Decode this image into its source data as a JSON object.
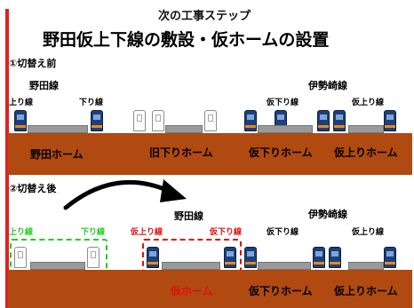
{
  "header": {
    "step": "次の工事ステップ",
    "title": "野田仮上下線の敷設・仮ホームの設置"
  },
  "before": {
    "section_label": "①切替え前",
    "noda_line": "野田線",
    "isesaki_line": "伊勢崎線",
    "tracks": {
      "up": "上り線",
      "down": "下り線",
      "temp_down": "仮下り線",
      "temp_up": "仮上り線"
    },
    "platforms": {
      "noda": "野田ホーム",
      "old_down": "旧下りホーム",
      "temp_down": "仮下りホーム",
      "temp_up": "仮上りホーム"
    }
  },
  "after": {
    "section_label": "②切替え後",
    "noda_line": "野田線",
    "isesaki_line": "伊勢崎線",
    "tracks": {
      "up": "上り線",
      "down": "下り線",
      "temp_up_noda": "仮上り線",
      "temp_down_noda": "仮下り線",
      "temp_down": "仮下り線",
      "temp_up": "仮上り線"
    },
    "platforms": {
      "temp": "仮ホーム",
      "temp_down": "仮下りホーム",
      "temp_up": "仮上りホーム"
    }
  },
  "colors": {
    "ground": "#b04a10",
    "accent_red": "#e01010",
    "accent_green": "#22cc22",
    "train_blue": "#1d3f7a"
  }
}
